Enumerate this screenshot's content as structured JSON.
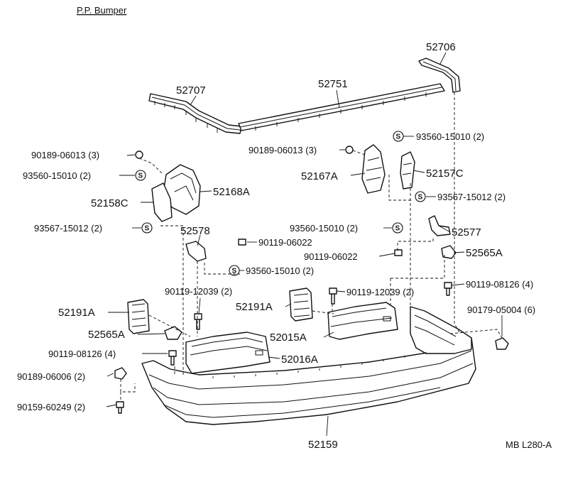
{
  "diagram": {
    "title": "P.P. Bumper",
    "code": "MB L280-A",
    "parts": [
      {
        "name": "molding-52706",
        "text": "52706"
      },
      {
        "name": "molding-52707",
        "text": "52707"
      },
      {
        "name": "molding-52751",
        "text": "52751"
      },
      {
        "name": "clip-90189-06013-left",
        "text": "90189-06013 (3)"
      },
      {
        "name": "screw-93560-15010-left",
        "text": "93560-15010 (2)"
      },
      {
        "name": "bracket-52168A",
        "text": "52168A"
      },
      {
        "name": "bracket-52158C",
        "text": "52158C"
      },
      {
        "name": "screw-93567-15012-left",
        "text": "93567-15012 (2)"
      },
      {
        "name": "clip-90189-06013-right",
        "text": "90189-06013 (3)"
      },
      {
        "name": "bracket-52167A",
        "text": "52167A"
      },
      {
        "name": "bracket-52157C",
        "text": "52157C"
      },
      {
        "name": "screw-93560-15010-top-right",
        "text": "93560-15010 (2)"
      },
      {
        "name": "screw-93567-15012-right",
        "text": "93567-15012 (2)"
      },
      {
        "name": "screw-93560-15010-mid-right",
        "text": "93560-15010 (2)"
      },
      {
        "name": "bracket-52577",
        "text": "52577"
      },
      {
        "name": "bracket-52578",
        "text": "52578"
      },
      {
        "name": "bolt-90119-06022-left",
        "text": "90119-06022"
      },
      {
        "name": "bolt-90119-06022-right",
        "text": "90119-06022"
      },
      {
        "name": "retainer-52565A-right",
        "text": "52565A"
      },
      {
        "name": "screw-93560-15010-center",
        "text": "93560-15010 (2)"
      },
      {
        "name": "bolt-90119-08126-right",
        "text": "90119-08126 (4)"
      },
      {
        "name": "bolt-90119-12039-left",
        "text": "90119-12039 (2)"
      },
      {
        "name": "bolt-90119-12039-right",
        "text": "90119-12039 (2)"
      },
      {
        "name": "nut-90179-05004",
        "text": "90179-05004 (6)"
      },
      {
        "name": "stopper-52191A-left",
        "text": "52191A"
      },
      {
        "name": "stopper-52191A-right",
        "text": "52191A"
      },
      {
        "name": "retainer-52565A-left",
        "text": "52565A"
      },
      {
        "name": "reinforcement-52015A",
        "text": "52015A"
      },
      {
        "name": "bolt-90119-08126-left",
        "text": "90119-08126 (4)"
      },
      {
        "name": "reinforcement-52016A",
        "text": "52016A"
      },
      {
        "name": "clip-90189-06006",
        "text": "90189-06006 (2)"
      },
      {
        "name": "screw-90159-60249",
        "text": "90159-60249 (2)"
      },
      {
        "name": "bumper-cover-52159",
        "text": "52159"
      }
    ],
    "screw_symbol": "S"
  }
}
